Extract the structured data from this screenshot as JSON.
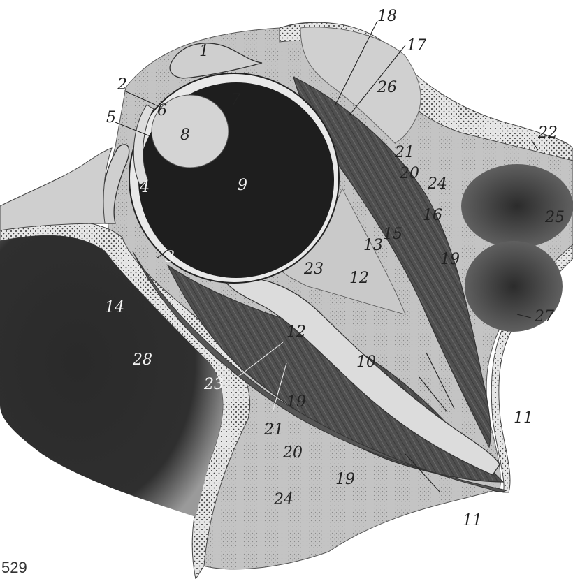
{
  "figure": {
    "plate_number": "529",
    "labels": {
      "l1": "1",
      "l2": "2",
      "l3": "3",
      "l4": "4",
      "l5": "5",
      "l6": "6",
      "l7": "7",
      "l8": "8",
      "l9": "9",
      "l10": "10",
      "l11a": "11",
      "l11b": "11",
      "l12": "12",
      "l12b": "12",
      "l13": "13",
      "l14": "14",
      "l15": "15",
      "l16": "16",
      "l17": "17",
      "l18": "18",
      "l19a": "19",
      "l19b": "19",
      "l19c": "19",
      "l20a": "20",
      "l20b": "20",
      "l21a": "21",
      "l21b": "21",
      "l22": "22",
      "l23a": "23",
      "l23b": "23",
      "l24a": "24",
      "l24b": "24",
      "l25": "25",
      "l26": "26",
      "l27": "27",
      "l28": "28"
    },
    "colors": {
      "bone_dots": "#3a3a3a",
      "tissue": "#bdbdbd",
      "dark_globe": "#1e1e1e",
      "muscle": "#4a4a4a",
      "sinus": "#262626"
    }
  }
}
